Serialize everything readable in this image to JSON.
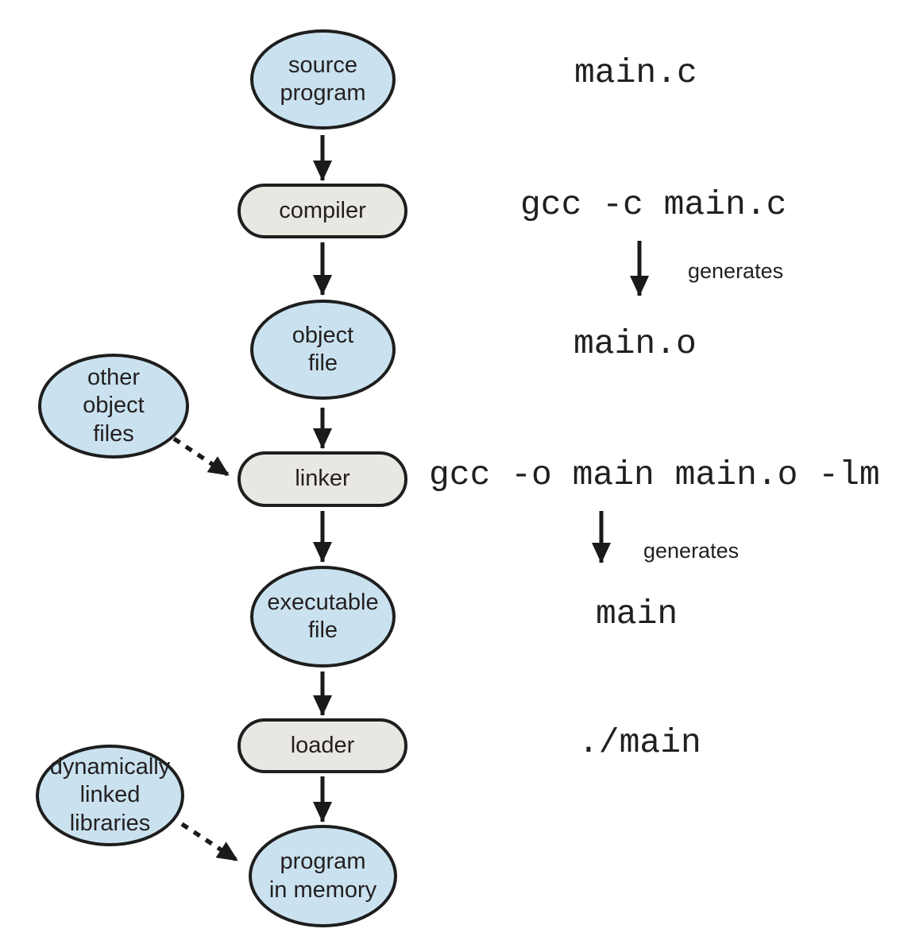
{
  "diagram": {
    "nodes": {
      "source_program": {
        "label": "source\nprogram"
      },
      "compiler": {
        "label": "compiler"
      },
      "object_file": {
        "label": "object\nfile"
      },
      "other_object_files": {
        "label": "other\nobject\nfiles"
      },
      "linker": {
        "label": "linker"
      },
      "executable_file": {
        "label": "executable\nfile"
      },
      "loader": {
        "label": "loader"
      },
      "dynamically_linked_libraries": {
        "label": "dynamically\nlinked\nlibraries"
      },
      "program_in_memory": {
        "label": "program\nin memory"
      }
    },
    "annotations": {
      "source_file": "main.c",
      "compile_command": "gcc -c main.c",
      "generates_1": "generates",
      "object_output": "main.o",
      "link_command": "gcc -o main main.o -lm",
      "generates_2": "generates",
      "executable_output": "main",
      "run_command": "./main"
    },
    "colors": {
      "data_node_fill": "#cae2ef",
      "process_node_fill": "#e8e7e2",
      "node_stroke": "#1e1e1e",
      "arrow": "#1a1a1a",
      "text": "#231f20"
    }
  }
}
